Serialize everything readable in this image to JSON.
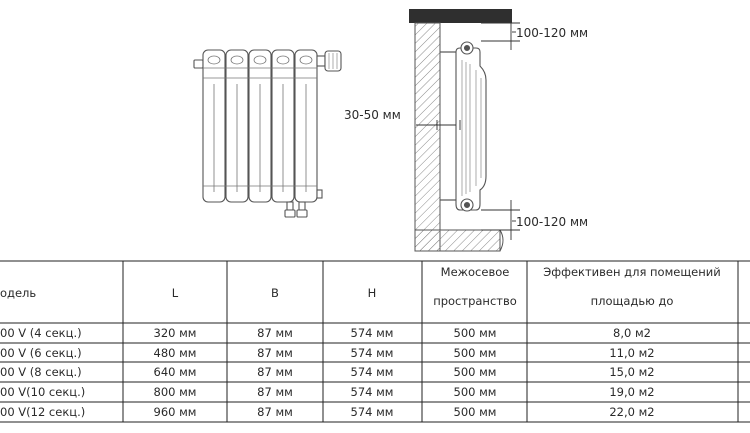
{
  "dimensions": {
    "top_gap": "100-120 мм",
    "wall_gap": "30-50 мм",
    "floor_gap": "100-120 мм"
  },
  "table": {
    "headers": {
      "model": "одель",
      "l": "L",
      "b": "B",
      "h": "H",
      "axis_line1": "Межосевое",
      "axis_line2": "пространство",
      "area_line1": "Эффективен для помещений",
      "area_line2": "площадью до"
    },
    "rows": [
      {
        "model": "00 V (4 секц.)",
        "l": "320 мм",
        "b": "87 мм",
        "h": "574 мм",
        "axis": "500 мм",
        "area": "8,0 м2"
      },
      {
        "model": "00 V (6 секц.)",
        "l": "480 мм",
        "b": "87 мм",
        "h": "574 мм",
        "axis": "500 мм",
        "area": "11,0 м2"
      },
      {
        "model": "00 V (8 секц.)",
        "l": "640 мм",
        "b": "87 мм",
        "h": "574 мм",
        "axis": "500 мм",
        "area": "15,0 м2"
      },
      {
        "model": "00 V(10 секц.)",
        "l": "800 мм",
        "b": "87 мм",
        "h": "574 мм",
        "axis": "500 мм",
        "area": "19,0 м2"
      },
      {
        "model": "00 V(12 секц.)",
        "l": "960 мм",
        "b": "87 мм",
        "h": "574 мм",
        "axis": "500 мм",
        "area": "22,0 м2"
      }
    ]
  }
}
